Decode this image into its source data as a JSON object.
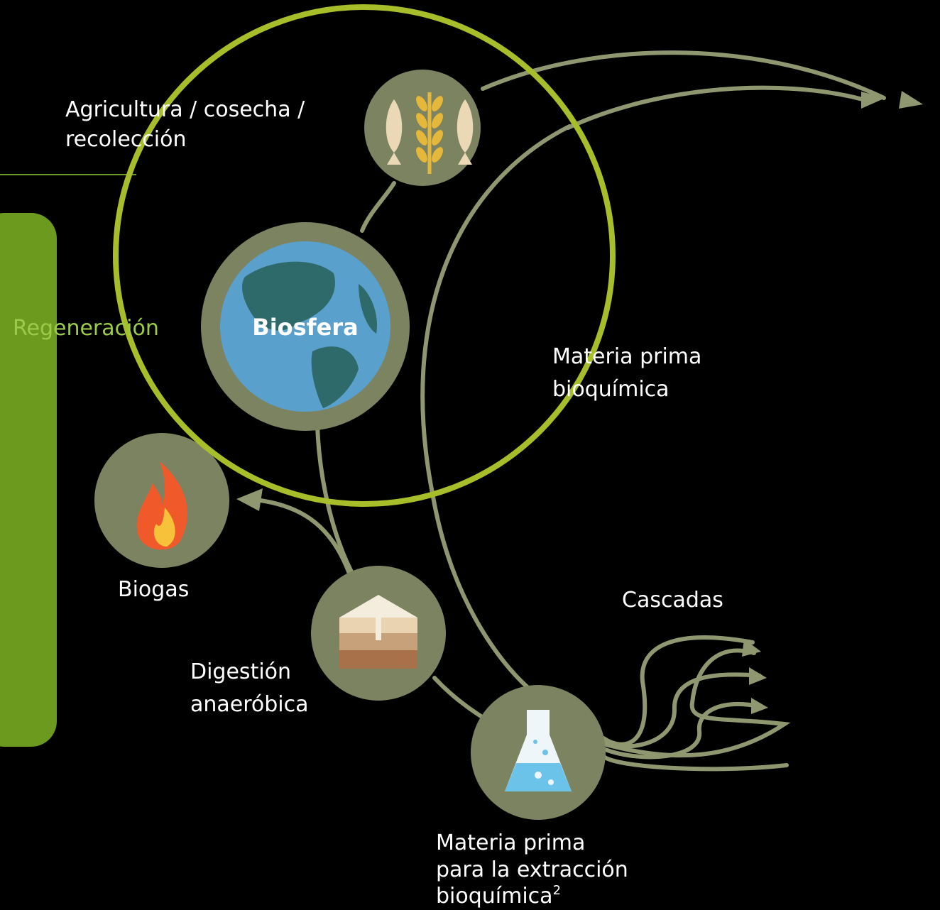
{
  "labels": {
    "agriculture_line1": "Agricultura / cosecha /",
    "agriculture_line2": "recolección",
    "regeneration": "Regeneración",
    "biosphere": "Biosfera",
    "biochem_feedstock_line1": "Materia prima",
    "biochem_feedstock_line2": "bioquímica",
    "biogas": "Biogas",
    "cascades": "Cascadas",
    "anaerobic_line1": "Digestión",
    "anaerobic_line2": "anaeróbica",
    "extraction_line1": "Materia prima",
    "extraction_line2": "para la extracción",
    "extraction_line3": "bioquímica",
    "extraction_footnote": "2"
  },
  "colors": {
    "background": "#000000",
    "node_fill": "#7b8361",
    "flow_line": "#8e9770",
    "highlight_ring": "#a7be2a",
    "regeneration_panel": "#6c9a1e",
    "regeneration_text_on_panel": "#9ccb4a",
    "ocean": "#5aa0cc",
    "land": "#2e6a6a",
    "wheat": "#e5b73a",
    "fish": "#ead8b6",
    "flame_outer": "#f05a2a",
    "flame_inner": "#f6c23a",
    "flask_liquid": "#6cc3ea"
  },
  "icons": [
    "wheat-fish-icon",
    "globe-icon",
    "flame-icon",
    "soil-layers-icon",
    "flask-icon"
  ]
}
